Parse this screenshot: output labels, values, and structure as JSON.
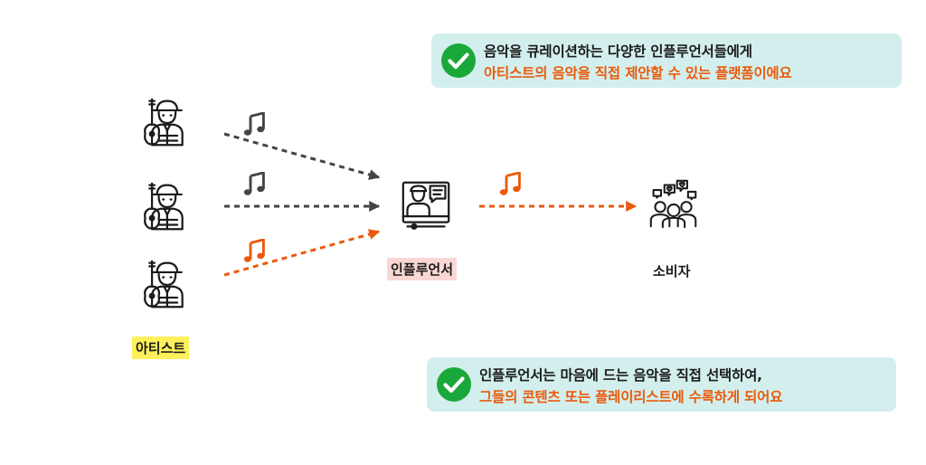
{
  "callouts": {
    "top": {
      "line1": "음악을 큐레이션하는 다양한 인플루언서들에게",
      "line2": "아티스트의 음악을 직접 제안할 수 있는 플랫폼이에요"
    },
    "bottom": {
      "line1": "인플루언서는 마음에 드는 음악을 직접 선택하여,",
      "line2": "그들의 콘텐츠 또는 플레이리스트에 수록하게 되어요"
    }
  },
  "nodes": {
    "artist": "아티스트",
    "influencer": "인플루언서",
    "consumer": "소비자"
  },
  "icons": {
    "artist": "artist-with-guitar-icon",
    "influencer": "influencer-video-icon",
    "consumer": "consumers-group-icon",
    "note": "music-note-icon",
    "check": "check-circle-icon"
  },
  "colors": {
    "accent": "#ea5a0c",
    "check": "#1ba83a",
    "callout_bg": "#d3efed",
    "dark_arrow": "#444444",
    "artist_highlight": "#fdf05a",
    "influencer_highlight": "#fad7d4"
  }
}
